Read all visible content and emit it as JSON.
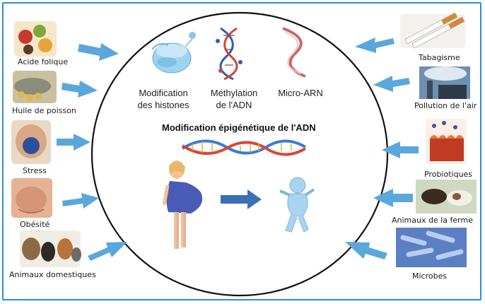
{
  "title": "Modification épigénétique de l'ADN",
  "mechanisms": [
    {
      "line1": "Modification",
      "line2": "des histones"
    },
    {
      "line1": "Méthylation",
      "line2": "de l'ADN"
    },
    {
      "line1": "Micro-ARN",
      "line2": ""
    }
  ],
  "left_factors": [
    {
      "label": "Acide folique",
      "icon": "food-icon"
    },
    {
      "label": "Huile de poisson",
      "icon": "fish-oil-icon"
    },
    {
      "label": "Stress",
      "icon": "stress-ball-icon"
    },
    {
      "label": "Obésité",
      "icon": "belly-icon"
    },
    {
      "label": "Animaux domestiques",
      "icon": "pets-icon"
    }
  ],
  "right_factors": [
    {
      "label": "Tabagisme",
      "icon": "cigarettes-icon"
    },
    {
      "label": "Pollution de l'air",
      "icon": "factory-smoke-icon"
    },
    {
      "label": "Probiotiques",
      "icon": "gut-tissue-icon"
    },
    {
      "label": "Animaux de la ferme",
      "icon": "cows-icon"
    },
    {
      "label": "Microbes",
      "icon": "bacteria-icon"
    }
  ],
  "colors": {
    "arrow": "#5aa7dc",
    "frame": "#2a8fd6",
    "center_arrow": "#3b6fb6"
  }
}
